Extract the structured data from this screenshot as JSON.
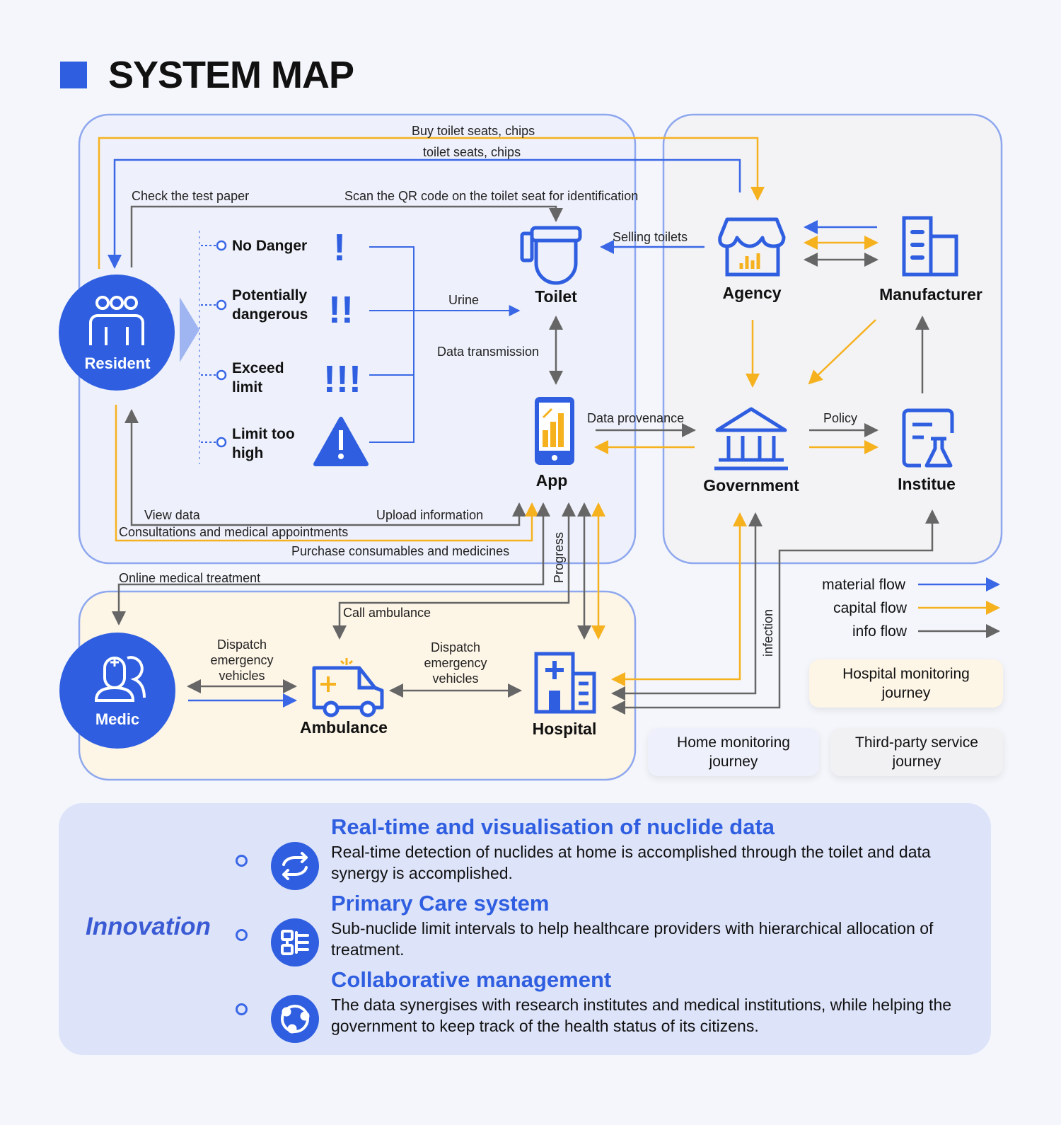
{
  "title": "SYSTEM MAP",
  "nodes": {
    "resident": "Resident",
    "medic": "Medic",
    "toilet": "Toilet",
    "app": "App",
    "agency": "Agency",
    "manufacturer": "Manufacturer",
    "government": "Government",
    "institue": "Institue",
    "ambulance": "Ambulance",
    "hospital": "Hospital"
  },
  "levels": [
    {
      "line1": "No Danger",
      "line2": ""
    },
    {
      "line1": "Potentially",
      "line2": "dangerous"
    },
    {
      "line1": "Exceed",
      "line2": "limit"
    },
    {
      "line1": "Limit too",
      "line2": "high"
    }
  ],
  "flows": {
    "buy_seats": "Buy toilet seats, chips",
    "seats": "toilet seats, chips",
    "check_paper": "Check the test paper",
    "scan_qr": "Scan the QR code on the toilet seat for identification",
    "selling": "Selling toilets",
    "urine": "Urine",
    "data_transmission": "Data transmission",
    "data_provenance": "Data provenance",
    "policy": "Policy",
    "view_data": "View data",
    "upload": "Upload information",
    "consultations": "Consultations and medical appointments",
    "purchase": "Purchase consumables and medicines",
    "online": "Online medical treatment",
    "progress": "Progress",
    "call_ambulance": "Call ambulance",
    "dispatch1_l1": "Dispatch",
    "dispatch1_l2": "emergency",
    "dispatch1_l3": "vehicles",
    "dispatch2_l1": "Dispatch",
    "dispatch2_l2": "emergency",
    "dispatch2_l3": "vehicles",
    "infection": "infection"
  },
  "legend": {
    "material": "material flow",
    "capital": "capital flow",
    "info": "info flow",
    "hospital_journey": "Hospital monitoring journey",
    "home_journey": "Home monitoring journey",
    "third_party_journey": "Third-party service journey"
  },
  "colors": {
    "blue": "#3a67e6",
    "orange": "#f6b11f",
    "gray": "#666666",
    "home_zone": "#eef1fb",
    "service_zone": "#f3f3f5",
    "hospital_zone": "#fdf5e6"
  },
  "innovation": {
    "label": "Innovation",
    "items": [
      {
        "icon": "sync-arrows-icon",
        "title": "Real-time and visualisation of nuclide data",
        "desc": "Real-time detection of nuclides at home is accomplished through the toilet and data synergy is accomplished."
      },
      {
        "icon": "hierarchy-icon",
        "title": "Primary Care system",
        "desc": "Sub-nuclide limit intervals to help healthcare providers with hierarchical allocation of treatment."
      },
      {
        "icon": "collaboration-icon",
        "title": "Collaborative management",
        "desc": "The data synergises with research institutes and medical institutions, while helping the government to keep track of the health status of its citizens."
      }
    ]
  }
}
